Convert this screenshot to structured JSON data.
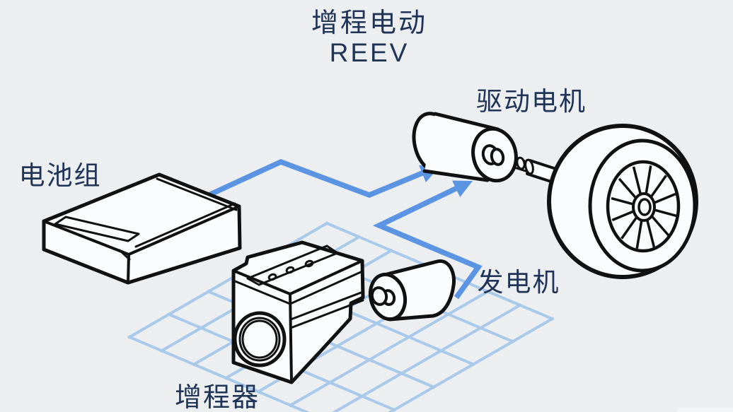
{
  "diagram": {
    "title": "增程电动",
    "subtitle": "REEV",
    "labels": {
      "battery": "电池组",
      "drive_motor": "驱动电机",
      "generator": "发电机",
      "range_extender": "增程器"
    },
    "flows": [
      {
        "from": "电池组",
        "to": "驱动电机",
        "style": "blue-arrow"
      },
      {
        "from": "发电机",
        "to": "驱动电机",
        "style": "blue-arrow"
      }
    ],
    "wheel_spokes": 12,
    "grid": {
      "cols": 7,
      "rows": 5
    },
    "colors": {
      "background": "#eceef0",
      "line_art": "#111111",
      "object_fill": "#fbfcfd",
      "label_text": "#203457",
      "arrow_blue": "#5b94e2",
      "grid_blue": "#a9c9ea"
    }
  }
}
